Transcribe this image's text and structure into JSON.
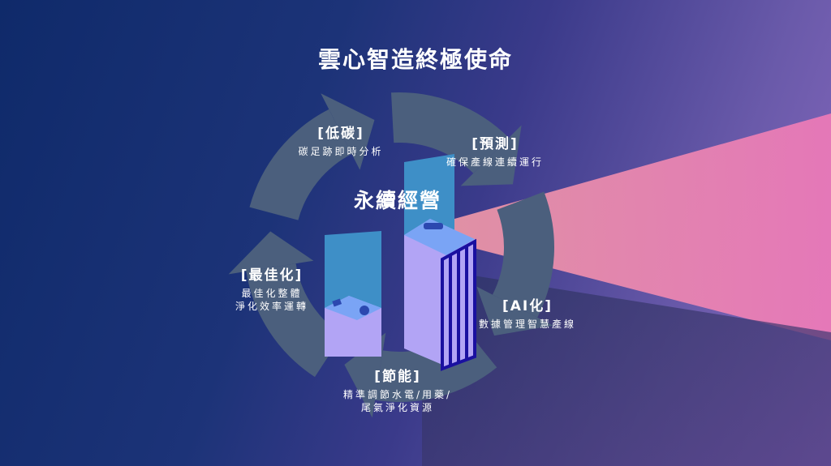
{
  "title": "雲心智造終極使命",
  "center": "永續經營",
  "colors": {
    "arrow": "#4b5f7d",
    "building": "#b2a4f5",
    "accent": "#3e8fc7",
    "stripe": "#1a10a0"
  },
  "stages": [
    {
      "heading": "[低碳]",
      "lines": [
        "碳足跡即時分析"
      ]
    },
    {
      "heading": "[預測]",
      "lines": [
        "確保產線連續運行"
      ]
    },
    {
      "heading": "[AI化]",
      "lines": [
        "數據管理智慧產線"
      ]
    },
    {
      "heading": "[節能]",
      "lines": [
        "精準調節水電/用藥/",
        "尾氣淨化資源"
      ]
    },
    {
      "heading": "[最佳化]",
      "lines": [
        "最佳化整體",
        "淨化效率運轉"
      ]
    }
  ]
}
